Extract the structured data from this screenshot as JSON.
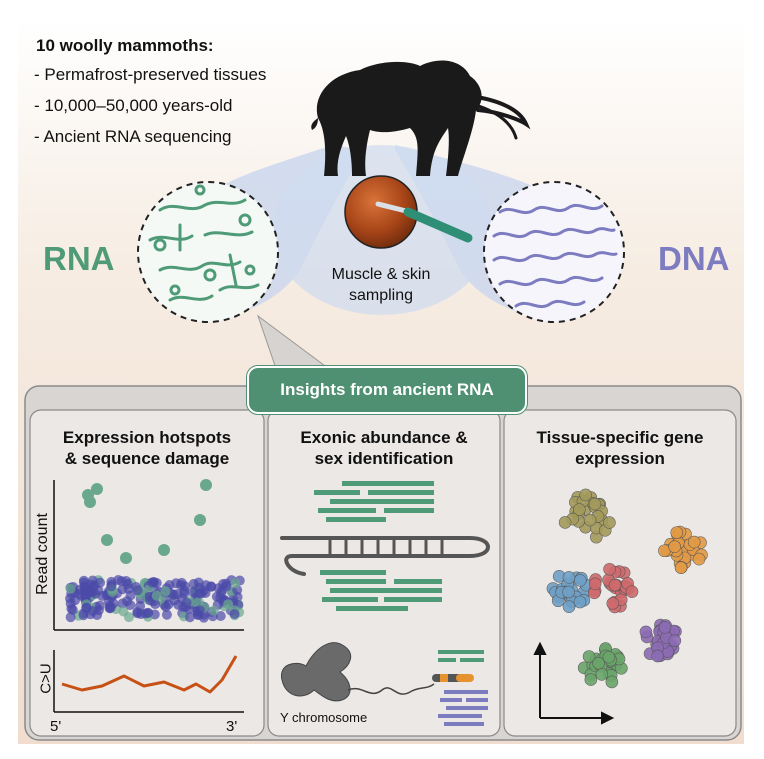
{
  "header": {
    "title": "10 woolly mammoths:",
    "bullets": [
      "Permafrost-preserved tissues",
      "10,000–50,000 years-old",
      "Ancient RNA sequencing"
    ]
  },
  "labels": {
    "rna": "RNA",
    "dna": "DNA",
    "sampling": [
      "Muscle & skin",
      "sampling"
    ]
  },
  "banner": "Insights from ancient RNA",
  "panels": [
    {
      "title": [
        "Expression hotspots",
        "& sequence damage"
      ],
      "ylabel_top": "Read count",
      "ylabel_bottom": "C>U",
      "x_start": "5'",
      "x_end": "3'"
    },
    {
      "title": [
        "Exonic abundance &",
        "sex identification"
      ],
      "caption": "Y chromosome"
    },
    {
      "title": [
        "Tissue-specific gene",
        "expression"
      ]
    }
  ],
  "colors": {
    "rna_green": "#4f9b77",
    "dna_purple": "#7d7cc0",
    "blue_glow": "#c9d6ee",
    "peach": "#f2e3d5",
    "panel_bg": "#ebe8e6",
    "line_orange": "#c75114",
    "clusters": [
      "#a39a5b",
      "#e39a45",
      "#6fa0c7",
      "#cf6a6d",
      "#8c6bb4",
      "#6aa56a"
    ]
  }
}
